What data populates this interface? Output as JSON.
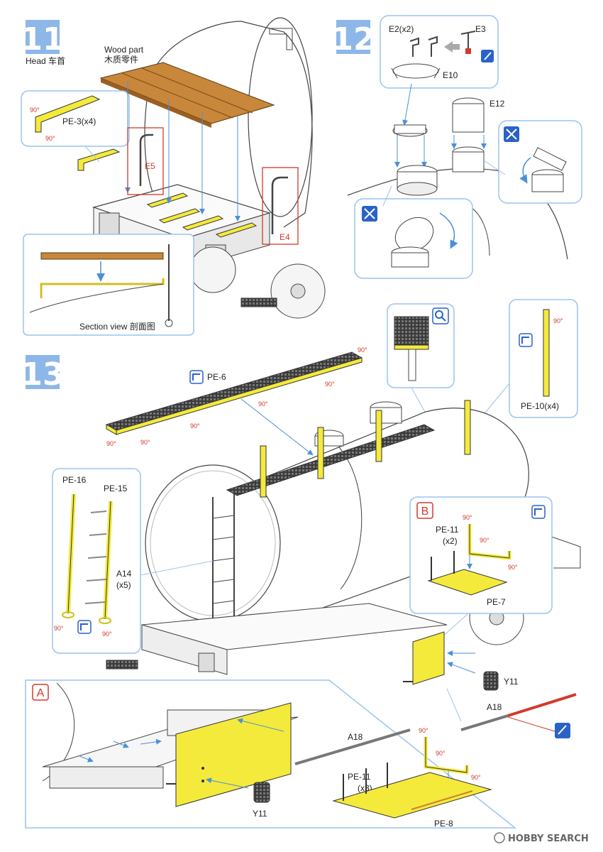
{
  "step11": {
    "number": "11",
    "head_label": "Head 车首",
    "wood_label_en": "Wood part",
    "wood_label_cn": "木质零件",
    "pe3_label": "PE-3(x4)",
    "e5_label": "E5",
    "e4_label": "E4",
    "section_label": "Section view 剖面图"
  },
  "step12": {
    "number": "12",
    "e2_label": "E2(x2)",
    "e3_label": "E3",
    "e10_label": "E10",
    "e12_label": "E12"
  },
  "step13": {
    "number": "13",
    "pe6_label": "PE-6",
    "pe10_label": "PE-10(x4)",
    "pe16_label": "PE-16",
    "pe15_label": "PE-15",
    "a14_label": "A14",
    "a14_qty": "(x5)",
    "sub_b": "B",
    "pe11_b_label": "PE-11",
    "pe11_b_qty": "(x2)",
    "pe7_label": "PE-7",
    "y11_label": "Y11",
    "a18_label": "A18"
  },
  "subA": {
    "letter": "A",
    "a18_label": "A18",
    "pe11_label": "PE-11",
    "pe11_qty": "(x3)",
    "pe8_label": "PE-8",
    "y11_label": "Y11"
  },
  "angle": "90°",
  "watermark": "HOBBY SEARCH",
  "colors": {
    "step_badge": "#8db7e8",
    "callout_border": "#9cc3ee",
    "photo_etch": "#f4ea3c",
    "wood": "#c8873a",
    "marker_red": "#d23a2a",
    "arrow_blue": "#4a90d9"
  }
}
